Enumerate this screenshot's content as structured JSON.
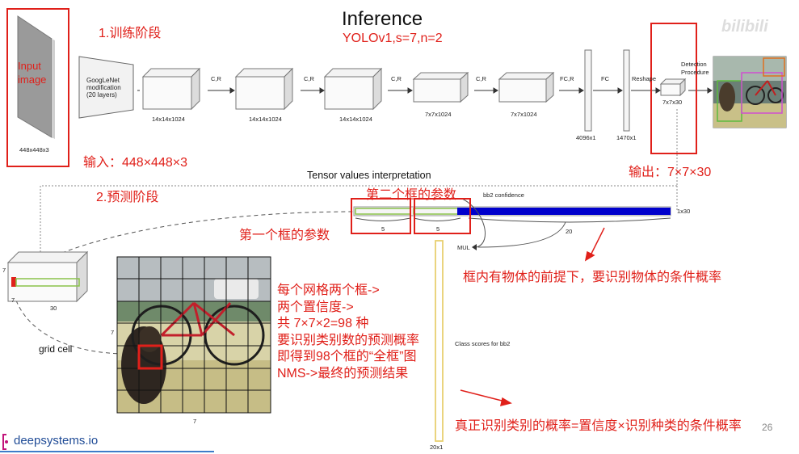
{
  "header": {
    "title": "Inference",
    "subtitle": "YOLOv1,s=7,n=2",
    "watermark": "bilibili"
  },
  "stage1": {
    "label": "1.训练阶段",
    "input_label_line1": "Input",
    "input_label_line2": "image",
    "input_dims": "448x448x3",
    "input_note": "输入：448×448×3"
  },
  "network": {
    "googlenet_line1": "GoogLeNet",
    "googlenet_line2": "modification",
    "googlenet_line3": "(20 layers)",
    "blocks": [
      "14x14x1024",
      "14x14x1024",
      "14x14x1024",
      "7x7x1024",
      "7x7x1024"
    ],
    "cr_labels": [
      "C,R",
      "C,R",
      "C,R",
      "C,R"
    ],
    "fcr_label": "FC,R",
    "fc_label": "FC",
    "reshape_label": "Reshape",
    "fc1_dims": "4096x1",
    "fc2_dims": "1470x1",
    "out_dims": "7x7x30",
    "detection_line1": "Detection",
    "detection_line2": "Procedure",
    "output_note": "输出：7×7×30"
  },
  "stage2": {
    "label": "2.预测阶段",
    "tensor_title": "Tensor values interpretation",
    "box2_params": "第二个框的参数",
    "box1_params": "第一个框的参数",
    "bb2_confidence": "bb2 confidence",
    "seg1_size": "5",
    "seg2_size": "5",
    "seg3_size": "20",
    "vector_dims": "1x30",
    "mul_label": "MUL",
    "conditional_note": "框内有物体的前提下，要识别物体的条件概率",
    "class_scores": "Class scores for bb2",
    "class_dims": "20x1",
    "final_note": "真正识别类别的概率=置信度×识别种类的条件概率",
    "grid_cell": "grid cell",
    "cube_side_a": "7",
    "cube_side_b": "7",
    "cube_depth": "30",
    "grid_side_left": "7",
    "grid_side_bottom": "7",
    "notes": [
      "每个网格两个框->",
      "两个置信度->",
      "共 7×7×2=98 种",
      "要识别类别数的预测概率",
      "即得到98个框的“全框”图",
      "NMS->最终的预测结果"
    ]
  },
  "footer": {
    "brand": "deepsystems.io",
    "page_number": "26"
  },
  "colors": {
    "accent_red": "#e0201a",
    "tensor_blue": "#0000cc",
    "green_box": "#8ac24a",
    "yellow_bar": "#e8d070"
  }
}
